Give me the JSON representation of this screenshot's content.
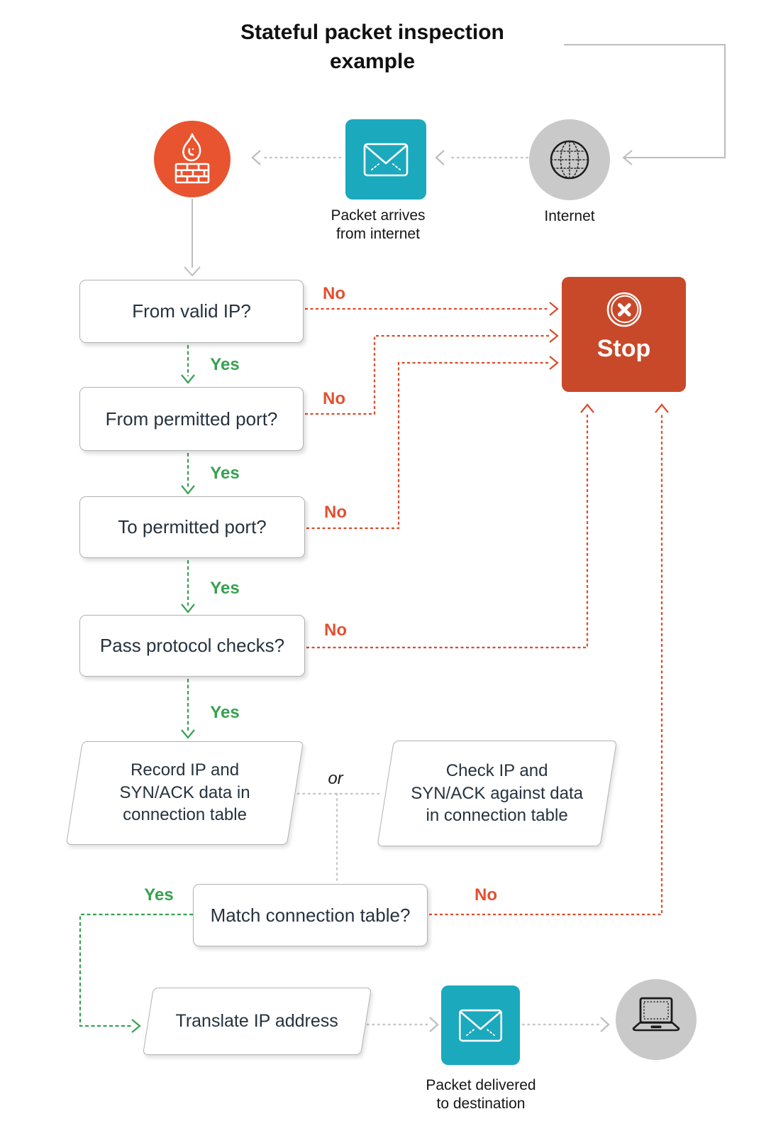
{
  "title": "Stateful packet inspection\nexample",
  "top_flow": {
    "internet_label": "Internet",
    "packet_label": "Packet arrives\nfrom internet"
  },
  "decisions": [
    {
      "label": "From valid IP?",
      "yes": "Yes",
      "no": "No"
    },
    {
      "label": "From permitted port?",
      "yes": "Yes",
      "no": "No"
    },
    {
      "label": "To permitted port?",
      "yes": "Yes",
      "no": "No"
    },
    {
      "label": "Pass protocol checks?",
      "yes": "Yes",
      "no": "No"
    },
    {
      "label": "Match connection table?",
      "yes": "Yes",
      "no": "No"
    }
  ],
  "or_label": "or",
  "stop": {
    "label": "Stop"
  },
  "processes": [
    {
      "label": "Record IP and\nSYN/ACK data in\nconnection table"
    },
    {
      "label": "Check IP and\nSYN/ACK against data\nin connection table"
    },
    {
      "label": "Translate IP address"
    }
  ],
  "bottom_flow": {
    "packet_delivered_label": "Packet delivered\nto destination"
  },
  "icons": {
    "firewall": "flame-and-brick-wall",
    "packet": "envelope",
    "internet": "globe",
    "stop": "circle-x",
    "destination": "laptop"
  },
  "colors": {
    "firewall_orange": "#E8542F",
    "stop_red": "#C8492A",
    "packet_teal": "#1BA9BE",
    "neutral_gray": "#C9C9C9",
    "yes_green": "#36A150",
    "no_red": "#E2502F",
    "line_gray": "#BDBDBD",
    "box_border": "#B2B2B2",
    "text_dark": "#26323E"
  }
}
